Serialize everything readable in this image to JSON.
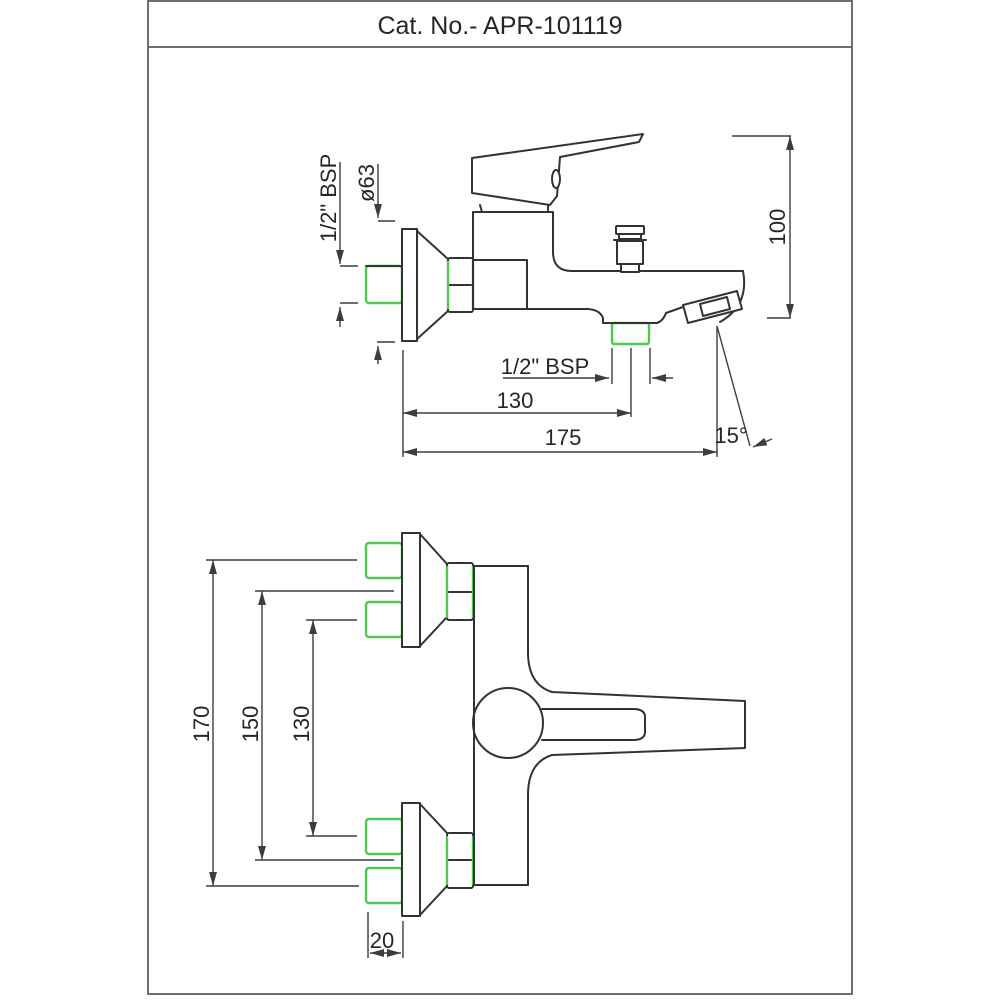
{
  "title": "Cat. No.- APR-101119",
  "colors": {
    "line": "#333333",
    "dimension": "#3d3d3d",
    "thread_highlight": "#4ec94e",
    "frame": "#6e6e6e",
    "text": "#262626",
    "background": "#ffffff"
  },
  "side_view": {
    "name": "side elevation of wall-mounted bath mixer",
    "labels": {
      "inlet_thread": "1/2\" BSP",
      "flange_diameter": "ø63",
      "overall_height": "100",
      "shower_outlet_thread": "1/2\" BSP",
      "wall_to_outlet": "130",
      "wall_to_spout_tip": "175",
      "spout_angle": "15°"
    }
  },
  "top_view": {
    "name": "plan view of wall-mounted bath mixer",
    "labels": {
      "max_inlet_centers": "170",
      "body_inlet_centers": "150",
      "min_inlet_centers": "130",
      "nipple_projection": "20"
    }
  }
}
